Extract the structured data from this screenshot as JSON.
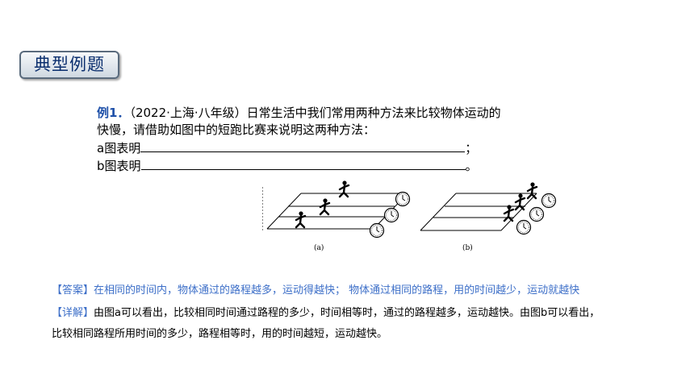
{
  "badge": {
    "label": "典型例题"
  },
  "question": {
    "number": "例1．",
    "source": "（2022·上海·八年级）",
    "line1_rest": "日常生活中我们常用两种方法来比较物体运动的",
    "line2": "快慢，请借助如图中的短跑比赛来说明这两种方法：",
    "a_prefix": "a图表明",
    "a_suffix": "；",
    "b_prefix": "b图表明",
    "b_suffix": "。"
  },
  "figure": {
    "caption_a": "(a)",
    "caption_b": "(b)"
  },
  "answer": {
    "tag": "【答案】",
    "text": "在相同的时间内，物体通过的路程越多，运动得越快；  物体通过相同的路程，用的时间越少，运动就越快"
  },
  "detail": {
    "tag": "【详解】",
    "line1": "由图a可以看出，比较相同时间通过路程的多少，时间相等时，通过的路程越多，运动越快。由图b可以看出，",
    "line2": "比较相同路程所用时间的多少，路程相等时，用的时间越短，运动越快。"
  }
}
